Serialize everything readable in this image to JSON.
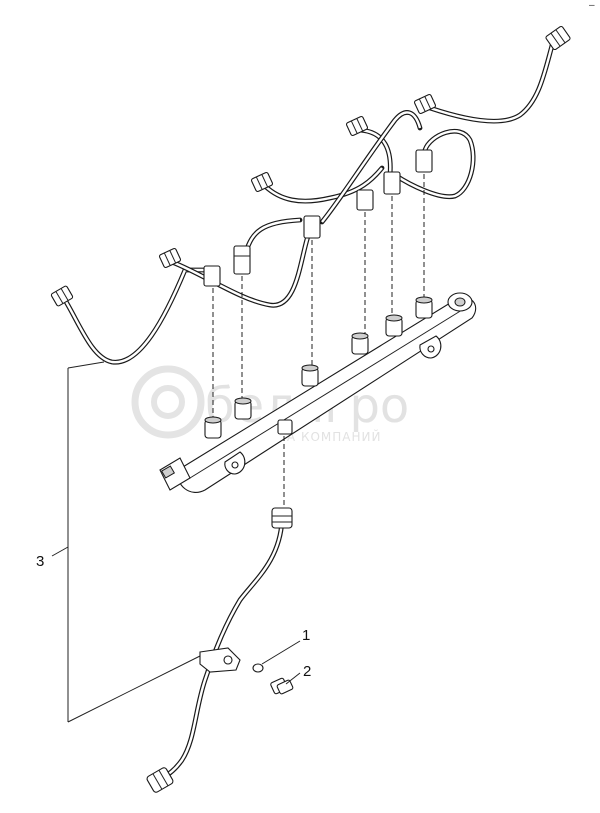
{
  "diagram": {
    "callouts": [
      {
        "id": "1",
        "text": "1"
      },
      {
        "id": "2",
        "text": "2"
      },
      {
        "id": "3",
        "text": "3"
      }
    ],
    "watermark": {
      "brand": "белагро",
      "tagline": "ГРУППА КОМПАНИЙ"
    },
    "corner_mark": "–"
  }
}
